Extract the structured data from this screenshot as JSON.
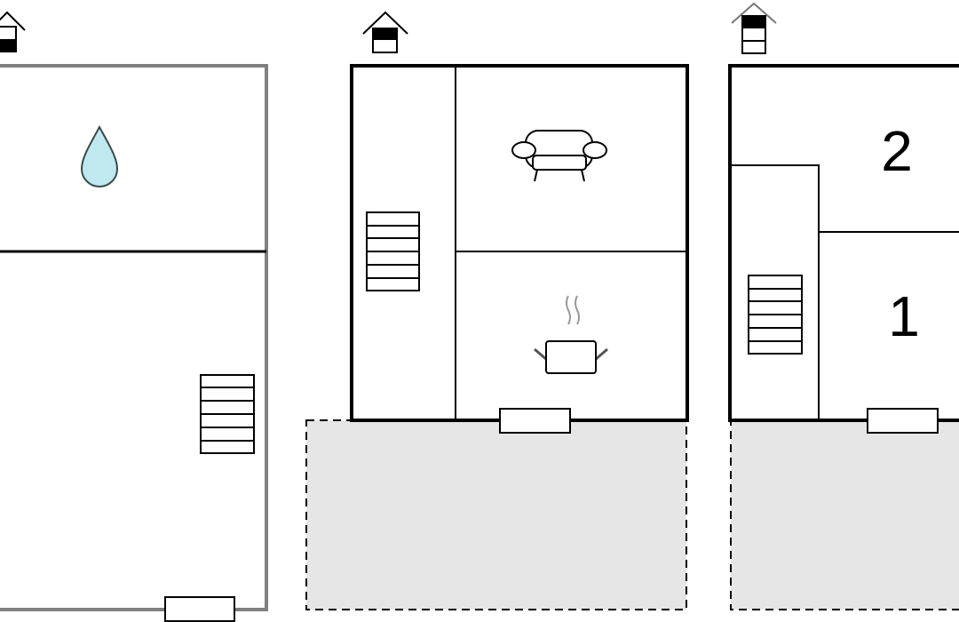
{
  "floor_plan": {
    "floors": [
      {
        "floor_icon": "house-floor-icon",
        "rooms": [
          {
            "icon": "water-drop-icon"
          },
          {
            "icon": "stairs-icon"
          }
        ]
      },
      {
        "floor_icon": "house-floor-icon",
        "rooms": [
          {
            "icon": "sofa-icon"
          },
          {
            "icon": "cooking-pot-icon"
          },
          {
            "icon": "stairs-icon"
          }
        ],
        "terrace": "shaded-area"
      },
      {
        "floor_icon": "house-floor-icon",
        "rooms": [
          {
            "label": "2"
          },
          {
            "label": "1"
          },
          {
            "icon": "stairs-icon"
          }
        ],
        "terrace": "shaded-area"
      }
    ],
    "colors": {
      "wall": "#000000",
      "ground_wall": "#808080",
      "terrace_fill": "#e6e6e6",
      "water_drop": "#bfe8ef"
    }
  }
}
